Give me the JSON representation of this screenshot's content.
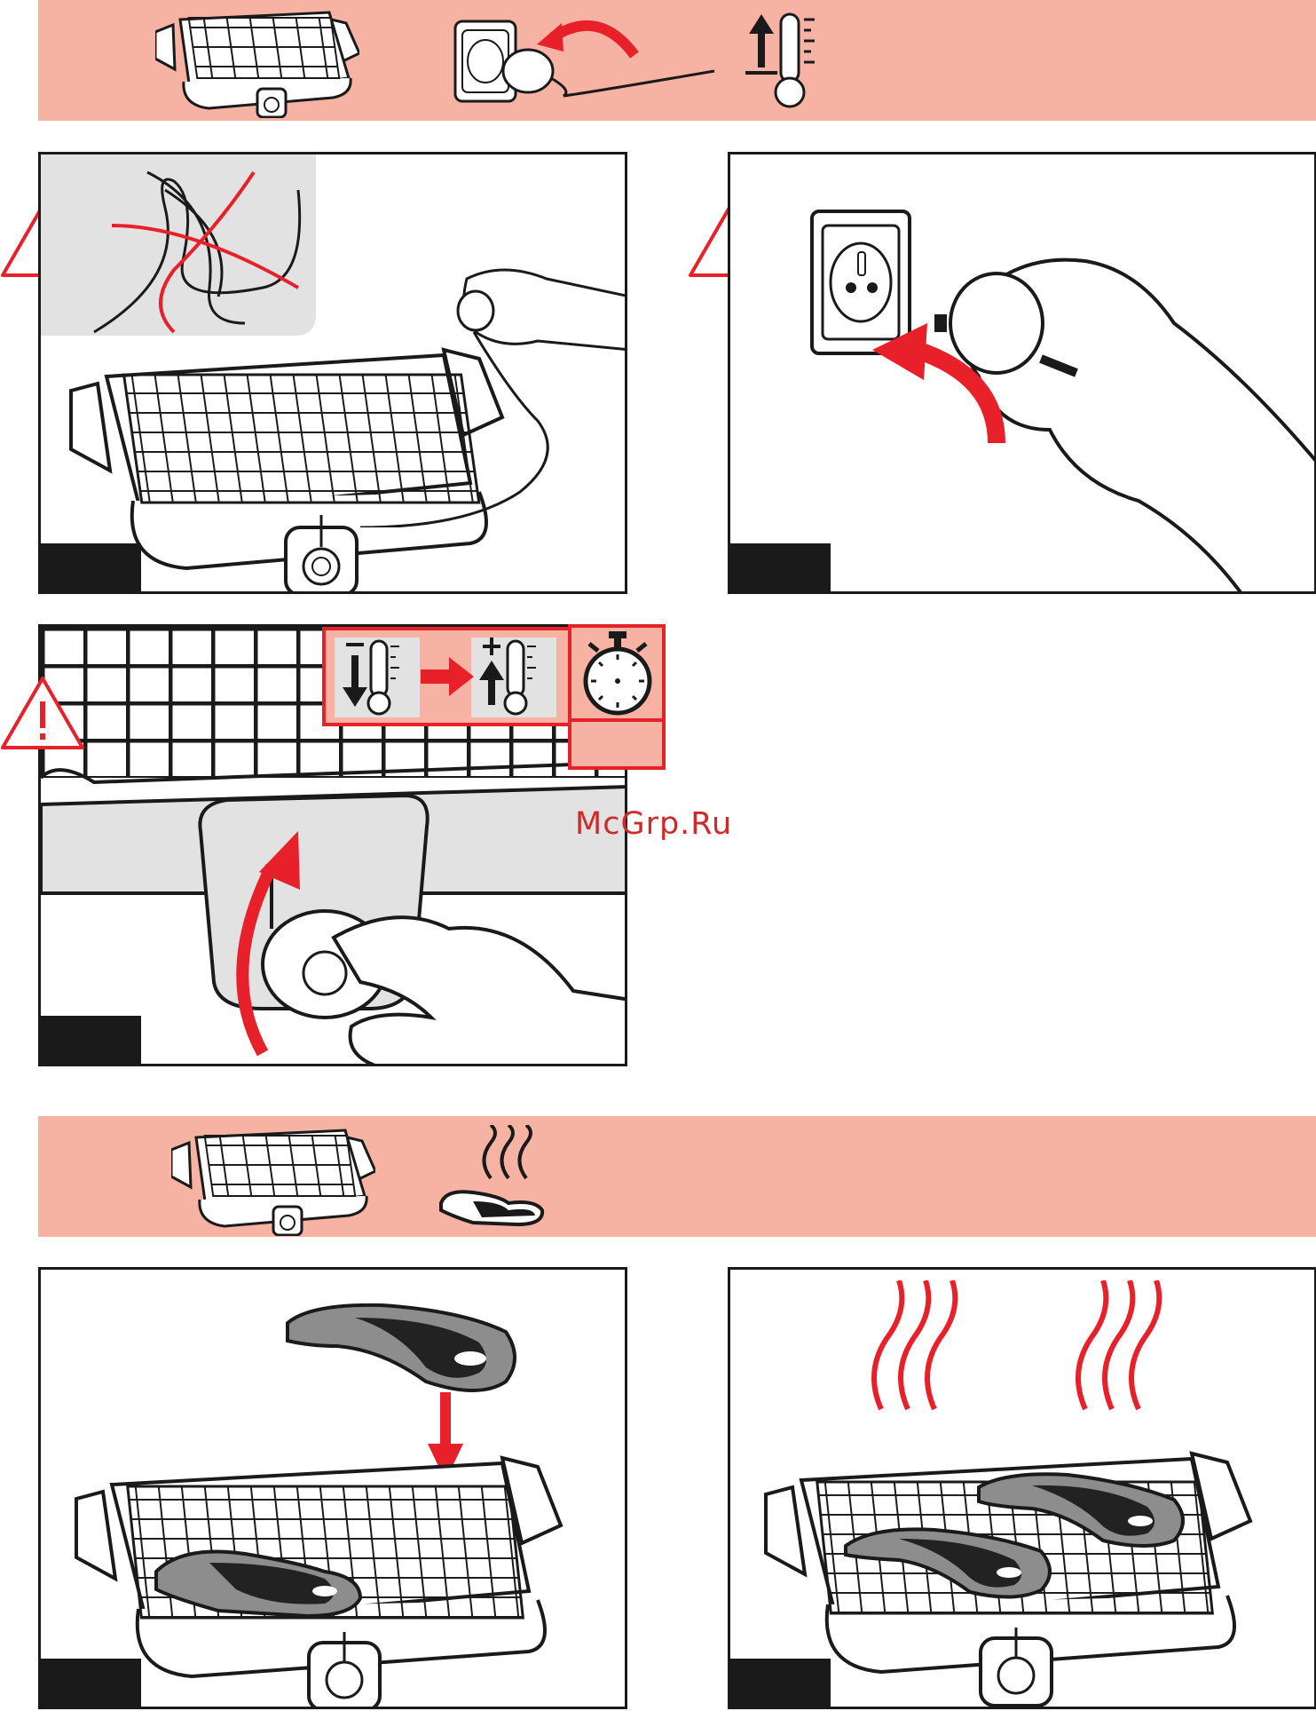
{
  "watermark": {
    "text": "McGrp.Ru",
    "color": "#cf2a2a"
  },
  "colors": {
    "band": "#f6b3a3",
    "accent_red": "#e8202a",
    "ink": "#1a1a1a",
    "grey_fill": "#e2e2e2"
  },
  "header_band_1": {
    "icons": [
      "grill-icon",
      "plug-into-socket-icon",
      "temperature-up-icon"
    ]
  },
  "panels": [
    {
      "id": "unroll-cord",
      "warning": true,
      "icons": [
        "tangled-cord-crossed-icon",
        "grill-icon",
        "hand-holding-plug-icon"
      ]
    },
    {
      "id": "plug-in",
      "warning": true,
      "icons": [
        "wall-socket-icon",
        "hand-holding-plug-icon",
        "curved-arrow-icon"
      ]
    },
    {
      "id": "set-thermostat",
      "warning": true,
      "icons": [
        "temperature-low-icon",
        "arrow-right-icon",
        "temperature-high-icon",
        "stopwatch-icon",
        "hand-turning-knob-icon"
      ]
    }
  ],
  "header_band_2": {
    "icons": [
      "grill-icon",
      "steaming-steak-icon"
    ]
  },
  "panels_2": [
    {
      "id": "place-steak",
      "warning": false,
      "icons": [
        "steak-icon",
        "down-arrow-icon",
        "grill-icon"
      ]
    },
    {
      "id": "cooking",
      "warning": false,
      "icons": [
        "heat-waves-icon",
        "two-steaks-on-grill-icon"
      ]
    }
  ]
}
